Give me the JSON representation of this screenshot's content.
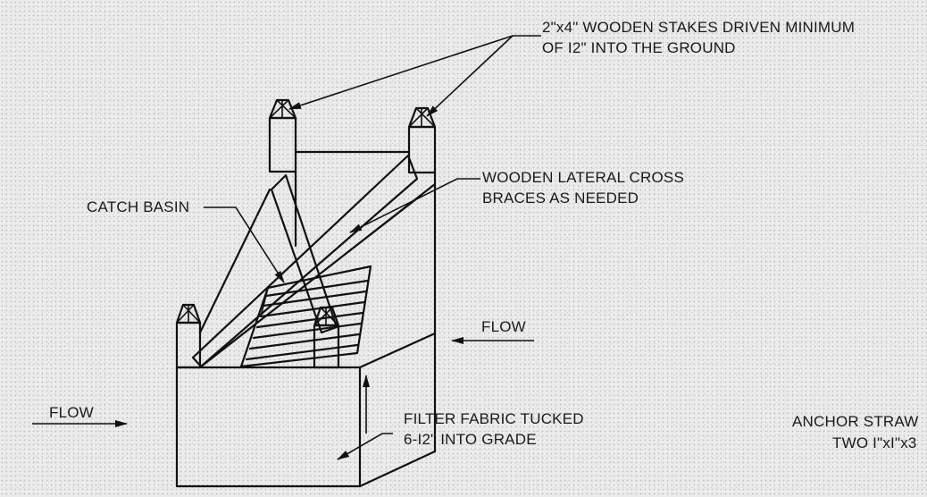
{
  "labels": {
    "stakes_line1": "2\"x4\" WOODEN STAKES DRIVEN MINIMUM",
    "stakes_line2": "OF I2\" INTO THE GROUND",
    "braces_line1": "WOODEN LATERAL CROSS",
    "braces_line2": "BRACES AS NEEDED",
    "catch_basin": "CATCH BASIN",
    "flow_right": "FLOW",
    "flow_left": "FLOW",
    "fabric_line1": "FILTER FABRIC TUCKED",
    "fabric_line2": "6-I2\" INTO GRADE",
    "anchor_line1": "ANCHOR STRAW",
    "anchor_line2": "TWO I\"xI\"x3"
  }
}
